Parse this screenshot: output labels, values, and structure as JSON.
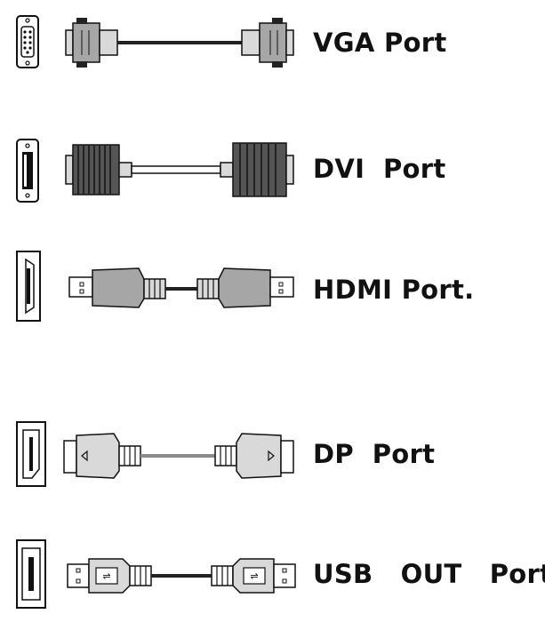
{
  "ports": [
    {
      "id": "vga",
      "label": "VGA Port",
      "connector_icon": "vga-connector-icon",
      "cable_icon": "vga-cable-icon"
    },
    {
      "id": "dvi",
      "label": "DVI  Port",
      "connector_icon": "dvi-connector-icon",
      "cable_icon": "dvi-cable-icon"
    },
    {
      "id": "hdmi",
      "label": "HDMI Port.",
      "connector_icon": "hdmi-connector-icon",
      "cable_icon": "hdmi-cable-icon"
    },
    {
      "id": "dp",
      "label": "DP  Port",
      "connector_icon": "dp-connector-icon",
      "cable_icon": "dp-cable-icon"
    },
    {
      "id": "usb",
      "label": "USB   OUT   Port",
      "connector_icon": "usb-connector-icon",
      "cable_icon": "usb-cable-icon"
    }
  ],
  "colors": {
    "stroke": "#111111",
    "plug_gray": "#a6a6a6",
    "plug_light": "#d9d9d9",
    "cable_dark": "#222222",
    "cable_light": "#bfbfbf"
  }
}
